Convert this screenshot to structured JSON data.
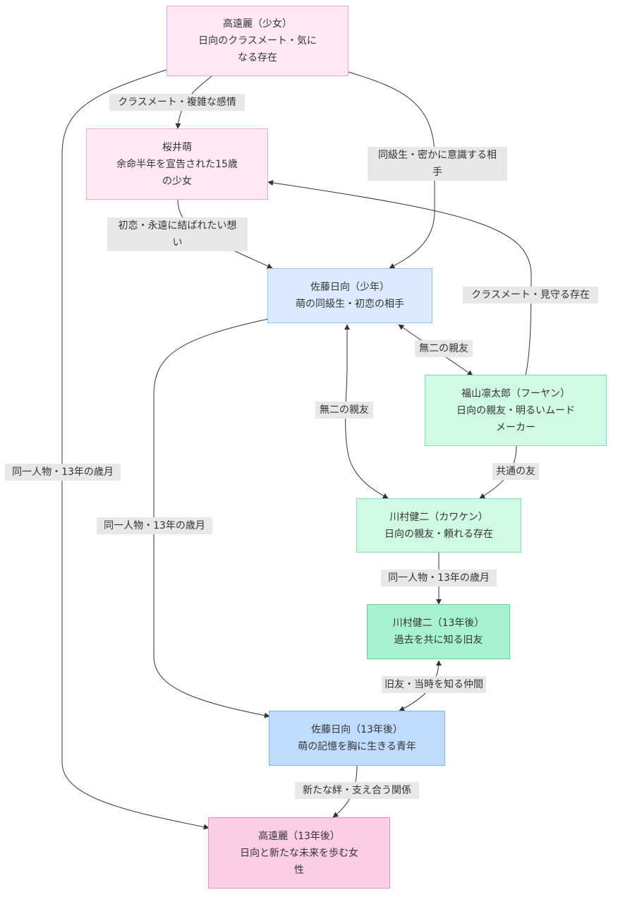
{
  "nodes": [
    {
      "id": "kou_young",
      "lines": [
        "高遠麗（少女）",
        "日向のクラスメート・気に",
        "なる存在"
      ],
      "color": "pink"
    },
    {
      "id": "sakurai",
      "lines": [
        "桜井萌",
        "余命半年を宣告された15歳",
        "の少女"
      ],
      "color": "pink"
    },
    {
      "id": "sato_young",
      "lines": [
        "佐藤日向（少年）",
        "萌の同級生・初恋の相手"
      ],
      "color": "blue"
    },
    {
      "id": "fukuyama",
      "lines": [
        "福山凛太郎（フーヤン）",
        "日向の親友・明るいムード",
        "メーカー"
      ],
      "color": "green"
    },
    {
      "id": "kawamura_young",
      "lines": [
        "川村健二（カワケン）",
        "日向の親友・頼れる存在"
      ],
      "color": "green"
    },
    {
      "id": "kawamura_old",
      "lines": [
        "川村健二（13年後）",
        "過去を共に知る旧友"
      ],
      "color": "green2"
    },
    {
      "id": "sato_old",
      "lines": [
        "佐藤日向（13年後）",
        "萌の記憶を胸に生きる青年"
      ],
      "color": "blue2"
    },
    {
      "id": "kou_old",
      "lines": [
        "高遠麗（13年後）",
        "日向と新たな未来を歩む女",
        "性"
      ],
      "color": "pink2"
    }
  ],
  "edges": [
    {
      "id": "e1",
      "lines": [
        "クラスメート・複雑な感情"
      ]
    },
    {
      "id": "e2",
      "lines": [
        "同級生・密かに意識する相",
        "手"
      ]
    },
    {
      "id": "e3",
      "lines": [
        "初恋・永遠に結ばれたい想",
        "い"
      ]
    },
    {
      "id": "e4",
      "lines": [
        "クラスメート・見守る存在"
      ]
    },
    {
      "id": "e5",
      "lines": [
        "無二の親友"
      ]
    },
    {
      "id": "e6",
      "lines": [
        "無二の親友"
      ]
    },
    {
      "id": "e7",
      "lines": [
        "共通の友"
      ]
    },
    {
      "id": "e8",
      "lines": [
        "同一人物・13年の歳月"
      ]
    },
    {
      "id": "e9",
      "lines": [
        "同一人物・13年の歳月"
      ]
    },
    {
      "id": "e10",
      "lines": [
        "旧友・当時を知る仲間"
      ]
    },
    {
      "id": "e11",
      "lines": [
        "新たな絆・支え合う関係"
      ]
    },
    {
      "id": "e12",
      "lines": [
        "同一人物・13年の歳月"
      ]
    }
  ]
}
